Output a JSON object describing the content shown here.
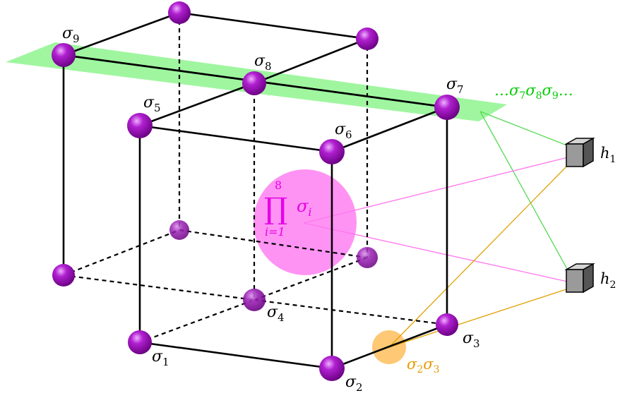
{
  "colors": {
    "edge": "#000000",
    "sphere_base": "#8e00a8",
    "sphere_highlight": "#e8a0f5",
    "plane": "#8ef58e",
    "chain_text": "#00cc00",
    "product_fill": "#ff80f2",
    "product_text": "#e600e6",
    "pair_fill": "#ffc266",
    "pair_text": "#e69a00",
    "link_green": "#55d955",
    "link_pink": "#ff77ee",
    "link_orange": "#e0a000",
    "cube_face": "#9a9a9a"
  },
  "site_labels": [
    "σ",
    "σ",
    "σ",
    "σ",
    "σ",
    "σ",
    "σ",
    "σ",
    "σ"
  ],
  "site_subscripts": [
    "1",
    "2",
    "3",
    "4",
    "5",
    "6",
    "7",
    "8",
    "9"
  ],
  "chain": {
    "prefix": "…σ",
    "s7": "7",
    "mid1": "σ",
    "s8": "8",
    "mid2": "σ",
    "s9": "9",
    "suffix": "…"
  },
  "product": {
    "symbol": "∏",
    "upper": "8",
    "lower": "i=1",
    "term": "σ",
    "term_sub": "i"
  },
  "pair": {
    "a": "σ",
    "a_sub": "2",
    "b": "σ",
    "b_sub": "3"
  },
  "hidden_units": [
    {
      "letter": "h",
      "sub": "1"
    },
    {
      "letter": "h",
      "sub": "2"
    }
  ]
}
